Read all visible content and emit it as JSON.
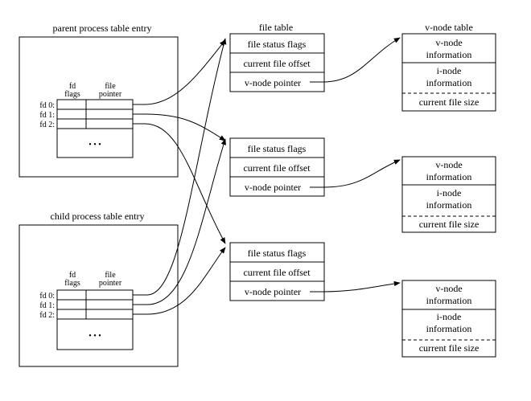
{
  "parent": {
    "title": "parent process table entry",
    "col_flags": [
      "fd",
      "flags"
    ],
    "col_pointer": [
      "file",
      "pointer"
    ],
    "rows": [
      "fd 0:",
      "fd 1:",
      "fd 2:"
    ],
    "ellipsis": "• • •"
  },
  "child": {
    "title": "child process table entry",
    "col_flags": [
      "fd",
      "flags"
    ],
    "col_pointer": [
      "file",
      "pointer"
    ],
    "rows": [
      "fd 0:",
      "fd 1:",
      "fd 2:"
    ],
    "ellipsis": "• • •"
  },
  "file_table": {
    "title": "file table",
    "entries": [
      [
        "file status flags",
        "current file offset",
        "v-node pointer"
      ],
      [
        "file status flags",
        "current file offset",
        "v-node pointer"
      ],
      [
        "file status flags",
        "current file offset",
        "v-node pointer"
      ]
    ]
  },
  "vnode_table": {
    "title": "v-node table",
    "entries": [
      {
        "vnode": [
          "v-node",
          "information"
        ],
        "inode": [
          "i-node",
          "information"
        ],
        "size": "current file size"
      },
      {
        "vnode": [
          "v-node",
          "information"
        ],
        "inode": [
          "i-node",
          "information"
        ],
        "size": "current file size"
      },
      {
        "vnode": [
          "v-node",
          "information"
        ],
        "inode": [
          "i-node",
          "information"
        ],
        "size": "current file size"
      }
    ]
  }
}
